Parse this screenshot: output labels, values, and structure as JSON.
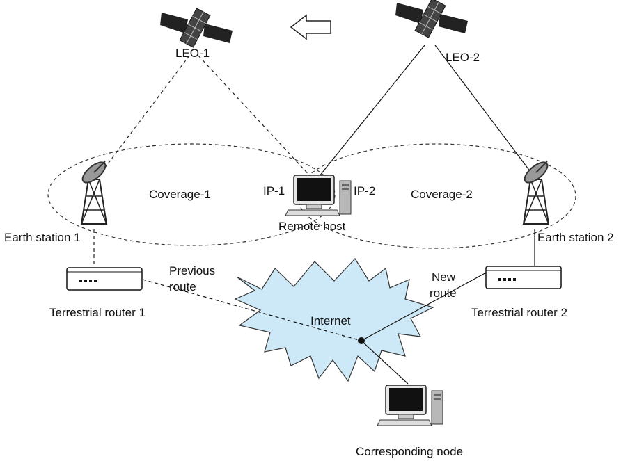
{
  "satellites": {
    "leo1": {
      "label": "LEO-1"
    },
    "leo2": {
      "label": "LEO-2"
    }
  },
  "movement_arrow": {
    "icon": "left-arrow-icon",
    "direction": "left"
  },
  "coverage": {
    "c1": {
      "label": "Coverage-1"
    },
    "c2": {
      "label": "Coverage-2"
    }
  },
  "remote_host": {
    "label": "Remote host",
    "ip1": "IP-1",
    "ip2": "IP-2"
  },
  "earth_stations": {
    "es1": {
      "label": "Earth station 1"
    },
    "es2": {
      "label": "Earth station 2"
    }
  },
  "routers": {
    "r1": {
      "label": "Terrestrial router 1"
    },
    "r2": {
      "label": "Terrestrial router 2"
    }
  },
  "routes": {
    "previous": {
      "line1": "Previous",
      "line2": "route"
    },
    "new": {
      "line1": "New",
      "line2": "route"
    }
  },
  "cloud": {
    "label": "Internet",
    "fill": "#cde8f6"
  },
  "corresponding_node": {
    "label": "Corresponding node"
  }
}
